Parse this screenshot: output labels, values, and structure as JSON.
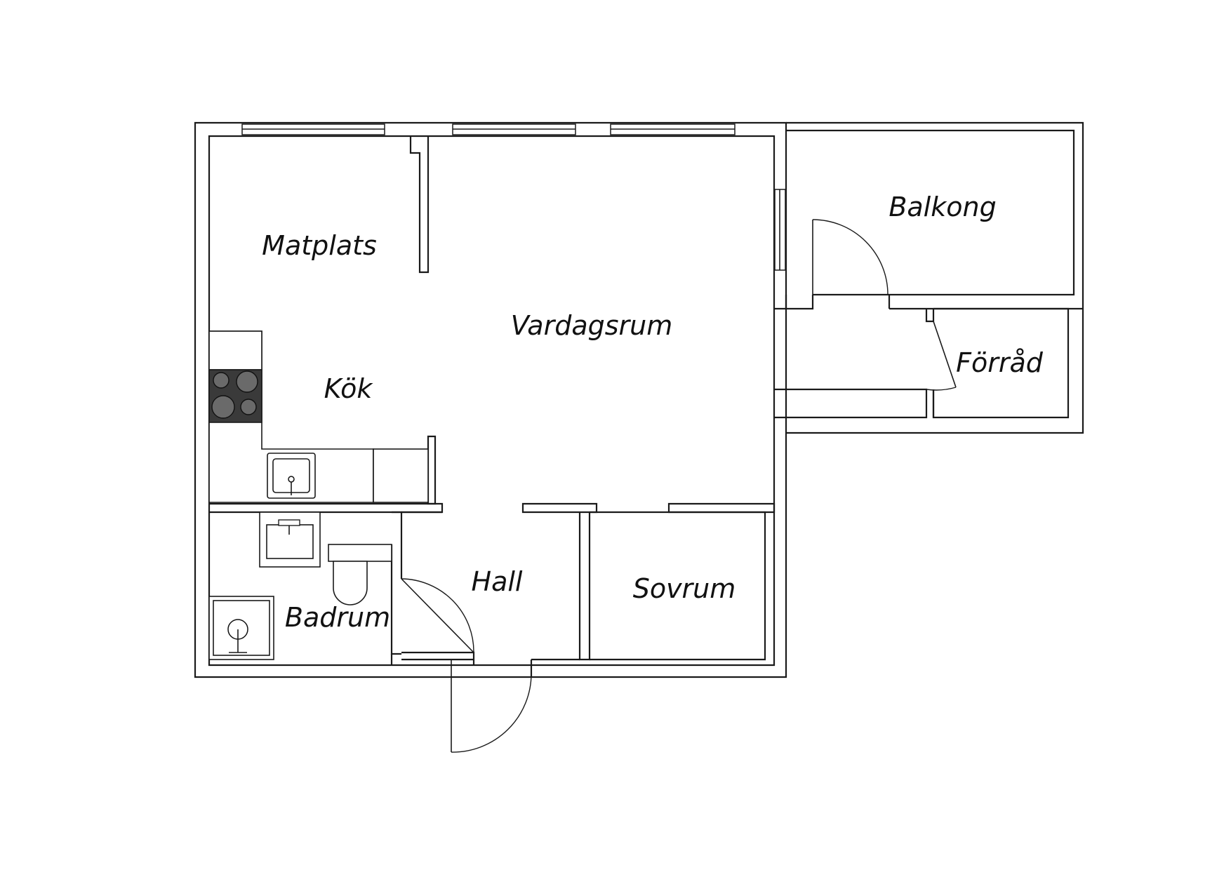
{
  "rooms": {
    "matplats": "Matplats",
    "vardagsrum": "Vardagsrum",
    "balkong": "Balkong",
    "kok": "Kök",
    "forrad": "Förråd",
    "hall": "Hall",
    "sovrum": "Sovrum",
    "badrum": "Badrum"
  },
  "colors": {
    "line": "#1a1a1a",
    "stove": "#3a3a3a",
    "background": "#ffffff"
  }
}
